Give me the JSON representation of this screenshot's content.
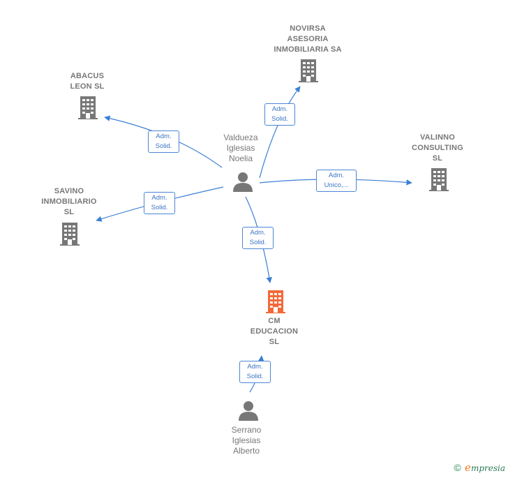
{
  "colors": {
    "edge": "#3a7fd5",
    "node": "#777777",
    "focus": "#f26a3a"
  },
  "nodes": {
    "novirsa": {
      "label": "NOVIRSA\nASESORIA\nINMOBILIARIA SA",
      "icon": "building-icon"
    },
    "abacus": {
      "label": "ABACUS\nLEON SL",
      "icon": "building-icon"
    },
    "valinno": {
      "label": "VALINNO\nCONSULTING\nSL",
      "icon": "building-icon"
    },
    "savino": {
      "label": "SAVINO\nINMOBILIARIO\nSL",
      "icon": "building-icon"
    },
    "cm": {
      "label": "CM\nEDUCACION\nSL",
      "icon": "building-icon"
    },
    "valdueza": {
      "label": "Valdueza\nIglesias\nNoelia",
      "icon": "person-icon"
    },
    "serrano": {
      "label": "Serrano\nIglesias\nAlberto",
      "icon": "person-icon"
    }
  },
  "edges": {
    "to_novirsa": "Adm.\nSolid.",
    "to_abacus": "Adm.\nSolid.",
    "to_valinno": "Adm.\nUnico,...",
    "to_savino": "Adm.\nSolid.",
    "to_cm": "Adm.\nSolid.",
    "serrano_to_cm": "Adm.\nSolid."
  },
  "footer": {
    "copyright_symbol": "©",
    "brand_initial": "e",
    "brand_rest": "mpresia"
  }
}
